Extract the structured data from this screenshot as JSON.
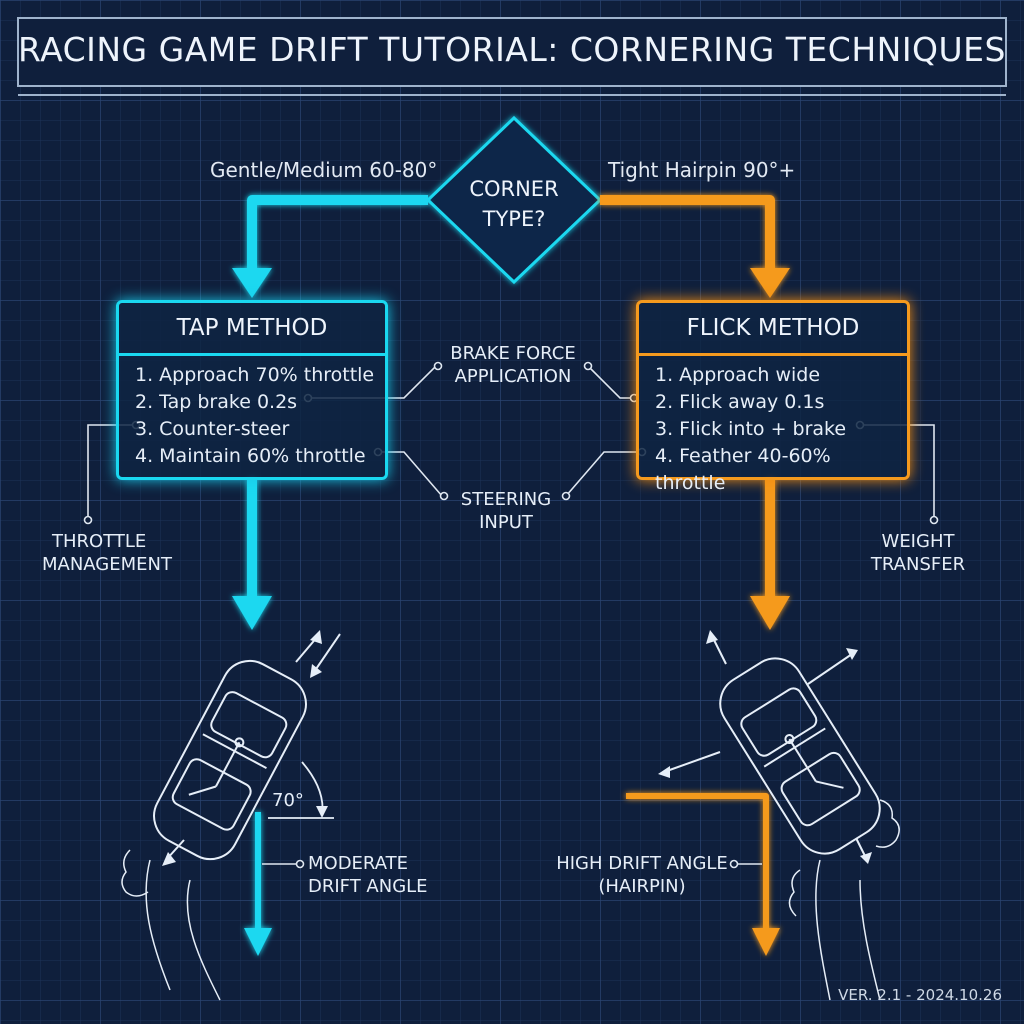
{
  "header": {
    "title": "RACING GAME DRIFT TUTORIAL: CORNERING TECHNIQUES"
  },
  "decision": {
    "line1": "CORNER",
    "line2": "TYPE?",
    "left_branch": "Gentle/Medium 60-80°",
    "right_branch": "Tight Hairpin 90°+"
  },
  "tap_method": {
    "title": "TAP METHOD",
    "steps": [
      "1. Approach 70% throttle",
      "2. Tap brake 0.2s",
      "3. Counter-steer",
      "4. Maintain 60% throttle"
    ]
  },
  "flick_method": {
    "title": "FLICK METHOD",
    "steps": [
      "1. Approach wide",
      "2. Flick away 0.1s",
      "3. Flick into + brake",
      "4. Feather 40-60% throttle"
    ]
  },
  "callouts": {
    "brake_force_1": "BRAKE FORCE",
    "brake_force_2": "APPLICATION",
    "steering_1": "STEERING",
    "steering_2": "INPUT",
    "throttle_1": "THROTTLE",
    "throttle_2": "MANAGEMENT",
    "weight_1": "WEIGHT",
    "weight_2": "TRANSFER"
  },
  "results": {
    "angle_value": "70°",
    "moderate_1": "MODERATE",
    "moderate_2": "DRIFT ANGLE",
    "high_1": "HIGH DRIFT ANGLE",
    "high_2": "(HAIRPIN)"
  },
  "footer": {
    "version": "VER. 2.1 - 2024.10.26"
  },
  "colors": {
    "background": "#0f1f3c",
    "grid": "#2a4470",
    "cyan": "#1ad8f0",
    "orange": "#f59a1e",
    "text": "#e6eef8"
  }
}
